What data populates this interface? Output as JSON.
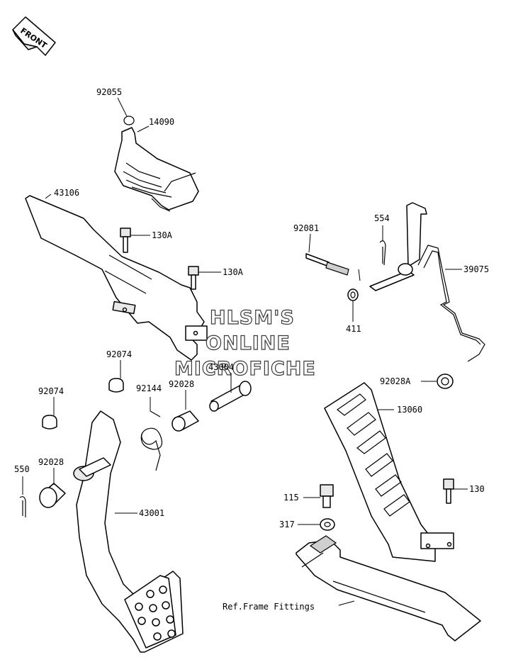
{
  "front_badge": "FRONT",
  "watermark": {
    "line1": "HLSM'S",
    "line2": "ONLINE",
    "line3": "MICROFICHE"
  },
  "labels": {
    "p92055": "92055",
    "p14090": "14090",
    "p43106": "43106",
    "p130A_1": "130A",
    "p130A_2": "130A",
    "p92081": "92081",
    "p554": "554",
    "p39075": "39075",
    "p411": "411",
    "p92074_1": "92074",
    "p43004": "43004",
    "p92074_2": "92074",
    "p92144": "92144",
    "p92028_1": "92028",
    "p92028A": "92028A",
    "p13060": "13060",
    "p550": "550",
    "p92028_2": "92028",
    "p43001": "43001",
    "p115": "115",
    "p130": "130",
    "p317": "317",
    "ref_frame": "Ref.Frame Fittings"
  }
}
